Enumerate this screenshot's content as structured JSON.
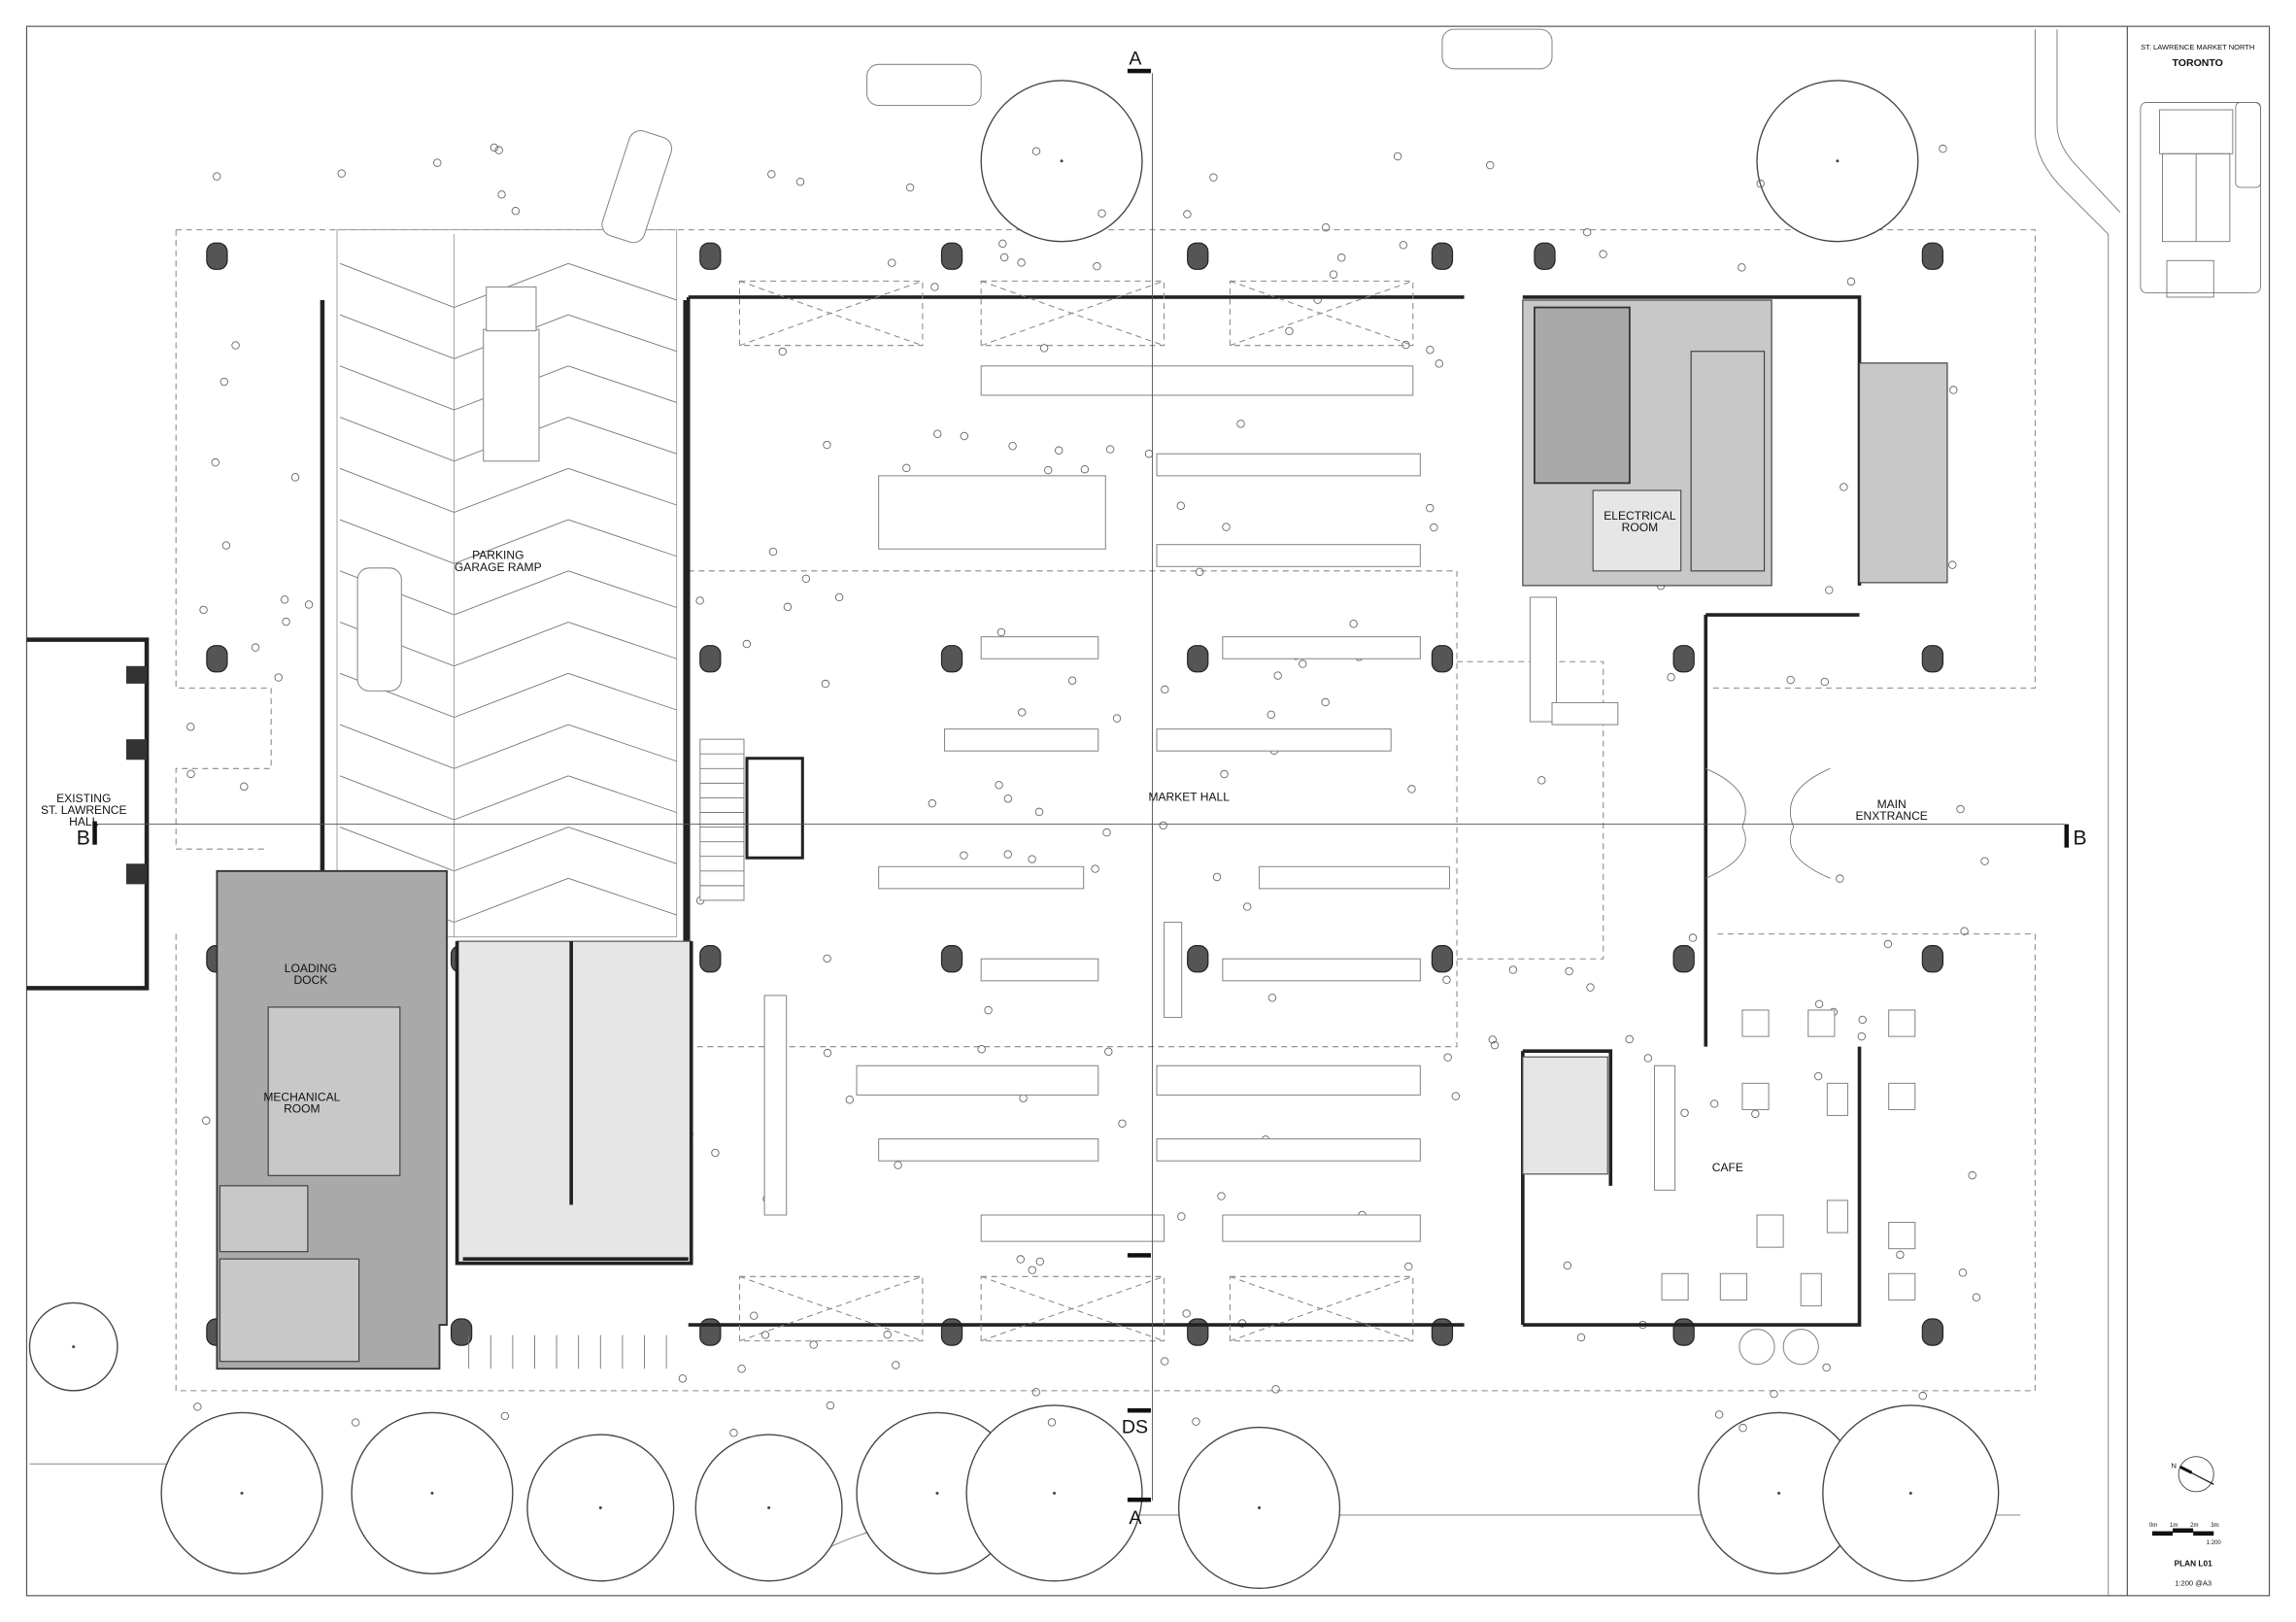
{
  "title_block": {
    "project": "ST. LAWRENCE MARKET NORTH",
    "city": "TORONTO",
    "north_label": "N",
    "scale_ticks": [
      "0m",
      "1m",
      "2m",
      "3m"
    ],
    "scale_note": "1:200",
    "plan_name": "PLAN L01",
    "plan_scale": "1:200 @A3"
  },
  "section_markers": {
    "a_top": "A",
    "a_bottom": "A",
    "ds": "DS",
    "b_left": "B",
    "b_right": "B"
  },
  "rooms": {
    "parking": [
      "PARKING",
      "GARAGE RAMP"
    ],
    "existing_hall": [
      "EXISTING",
      "ST. LAWRENCE",
      "HALL"
    ],
    "market_hall": "MARKET HALL",
    "electrical": [
      "ELECTRICAL",
      "ROOM"
    ],
    "main_entrance": [
      "MAIN",
      "ENXTRANCE"
    ],
    "loading_dock": [
      "LOADING",
      "DOCK"
    ],
    "mechanical": [
      "MECHANICAL",
      "ROOM"
    ],
    "cafe": "CAFE"
  },
  "colors": {
    "line": "#222222",
    "service_fill": "#a9a9a9",
    "washroom_fill": "#e6e6e6"
  }
}
